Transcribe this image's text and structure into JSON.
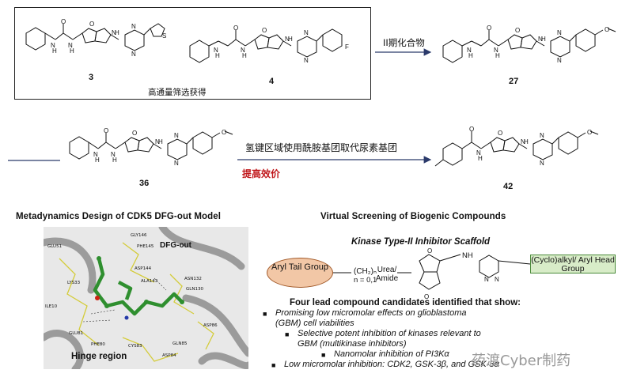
{
  "hts": {
    "caption": "高通量筛选获得",
    "compounds": [
      "3",
      "4"
    ]
  },
  "step1": {
    "label": "II期化合物",
    "product": "27"
  },
  "step2": {
    "start": "36",
    "label": "氢键区域使用酰胺基团取代尿素基团",
    "sublabel": "提高效价",
    "product": "42"
  },
  "structure_labels": {
    "nh": "NH",
    "h": "H",
    "n": "N",
    "o": "O",
    "s": "S",
    "f": "F",
    "ome": "O"
  },
  "left_panel": {
    "title": "Metadynamics Design of CDK5 DFG-out Model",
    "dfg_label": "DFG-out",
    "hinge_label": "Hinge region",
    "residues": [
      "GLU51",
      "GLY146",
      "PHE145",
      "ASP144",
      "LYS33",
      "ALA143",
      "ASN132",
      "GLN130",
      "ILE10",
      "GLU81",
      "PHE80",
      "CYS83",
      "GLN85",
      "ASP86",
      "ASP84"
    ]
  },
  "right_panel": {
    "title": "Virtual Screening of Biogenic Compounds",
    "scaffold_title": "Kinase Type-II Inhibitor Scaffold",
    "aryl": "Aryl Tail Group",
    "linker": "(CH₂)ₙ",
    "n_range": "n = 0,1",
    "urea_amide": "Urea/ Amide",
    "nh": "NH",
    "head": "(Cyclo)alkyl/ Aryl Head Group",
    "lead_heading": "Four lead compound candidates identified that show:",
    "findings": [
      "Promising low micromolar effects on glioblastoma (GBM) cell viabilities",
      "Selective potent inhibition of kinases relevant to GBM (multikinase inhibitors)",
      "Nanomolar inhibition of PI3Kα",
      "Low micromolar inhibition: CDK2, GSK-3β, and GSK-3α"
    ]
  },
  "watermark": "药渡Cyber制药"
}
